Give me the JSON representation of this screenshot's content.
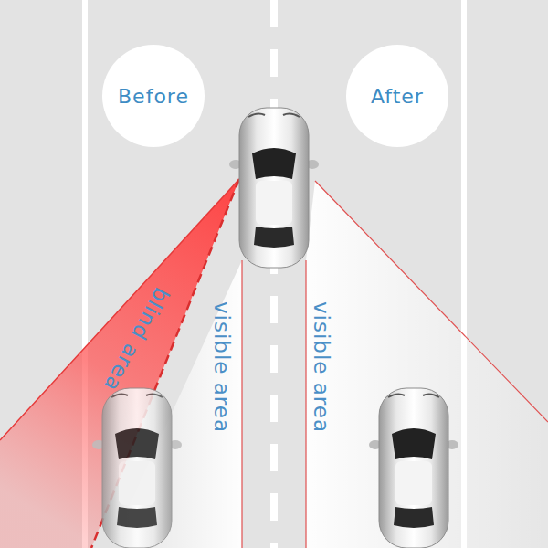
{
  "diagram": {
    "nodes": [
      {
        "text": [
          "Before"
        ]
      },
      {
        "text": [
          "After"
        ]
      }
    ],
    "labels": [
      "blind area",
      "visible area",
      "visible area"
    ]
  }
}
